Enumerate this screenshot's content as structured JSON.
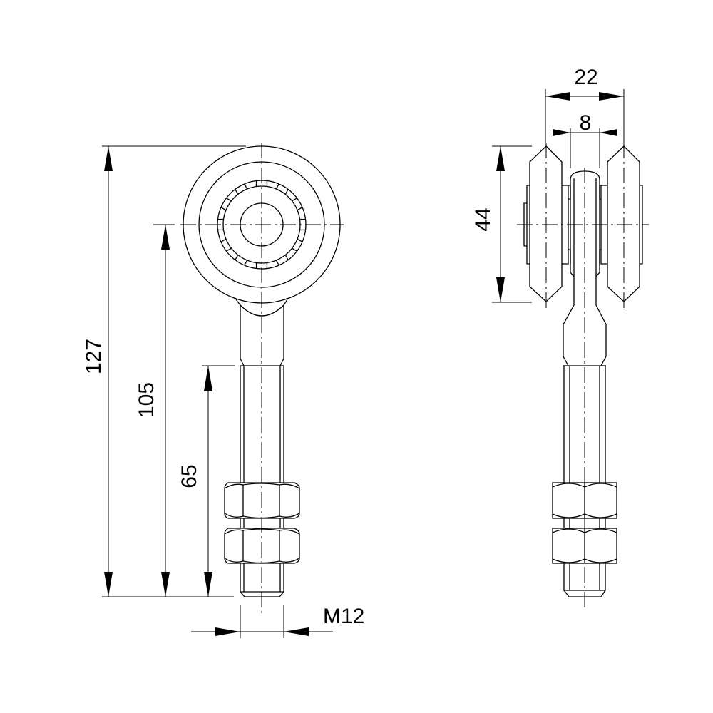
{
  "drawing": {
    "front_view": {
      "dim_total_height": "127",
      "dim_axle_height": "105",
      "dim_thread_length": "65",
      "dim_thread": "M12"
    },
    "side_view": {
      "dim_overall_width": "22",
      "dim_fork_width": "8",
      "dim_wheel_diameter": "44"
    },
    "line_color": "#000000",
    "background": "#ffffff"
  }
}
